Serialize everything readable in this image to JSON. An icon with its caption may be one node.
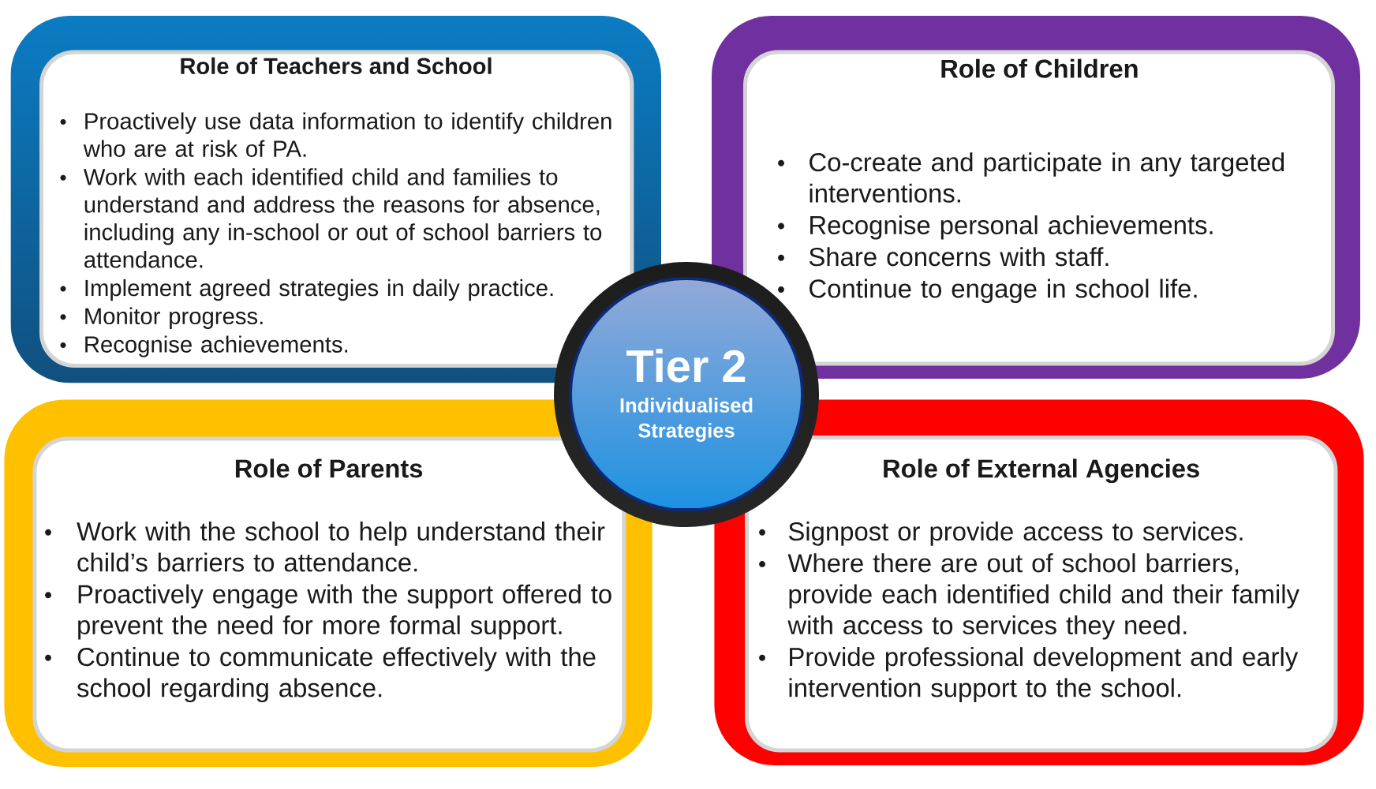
{
  "diagram": {
    "nodes": [
      {
        "text": [
          "Role of Teachers and School",
          "Proactively use data information to identify children who are at risk of PA.",
          "Work with each identified child and families to understand and address the reasons for absence, including any in-school or out of school barriers to attendance.",
          "Implement agreed strategies in daily practice.",
          "Monitor progress.",
          "Recognise achievements."
        ]
      },
      {
        "text": [
          "Role of Children",
          "Co-create and participate in any targeted interventions.",
          "Recognise personal achievements.",
          "Share concerns with staff.",
          "Continue to engage in school life."
        ]
      },
      {
        "text": [
          "Tier 2",
          "Individualised Strategies"
        ]
      },
      {
        "text": [
          "Role of Parents",
          "Work with the school to help understand their child’s barriers to attendance.",
          "Proactively engage with the support offered to prevent the need for more formal support.",
          "Continue to communicate effectively with the school regarding absence."
        ]
      },
      {
        "text": [
          "Role of External Agencies",
          "Signpost or provide access to services.",
          "Where there are out of school barriers, provide each identified child and their family with access to services they need.",
          "Provide professional development and early intervention support to the school."
        ]
      }
    ]
  }
}
